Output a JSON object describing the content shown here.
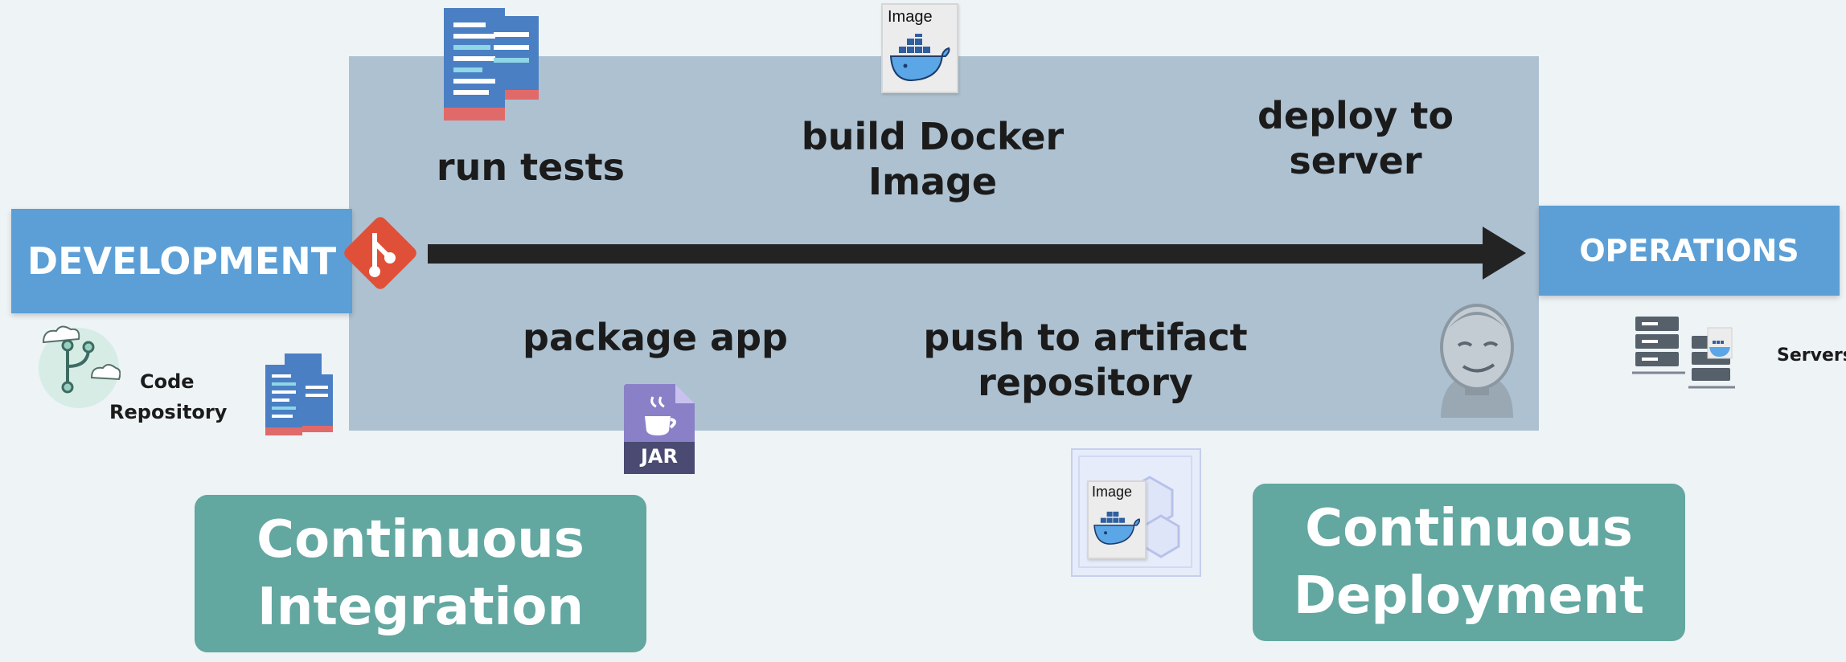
{
  "development": {
    "label": "DEVELOPMENT"
  },
  "operations": {
    "label": "OPERATIONS"
  },
  "code_repository": {
    "line1": "Code",
    "line2": "Repository"
  },
  "servers": {
    "label": "Servers"
  },
  "stages": {
    "run_tests": "run tests",
    "build_image_line1": "build Docker",
    "build_image_line2": "Image",
    "deploy_line1": "deploy to",
    "deploy_line2": "server",
    "package_app": "package app",
    "push_line1": "push to artifact",
    "push_line2": "repository"
  },
  "docker_image_card": {
    "label": "Image"
  },
  "repo_image_card": {
    "label": "Image"
  },
  "jar": {
    "label": "JAR"
  },
  "continuous_integration": {
    "line1": "Continuous",
    "line2": "Integration"
  },
  "continuous_deployment": {
    "line1": "Continuous",
    "line2": "Deployment"
  },
  "colors": {
    "panel": "#adc1d1",
    "blue_box": "#5b9fd6",
    "teal_box": "#62a7a0",
    "git": "#e05038",
    "arrow": "#232323"
  }
}
